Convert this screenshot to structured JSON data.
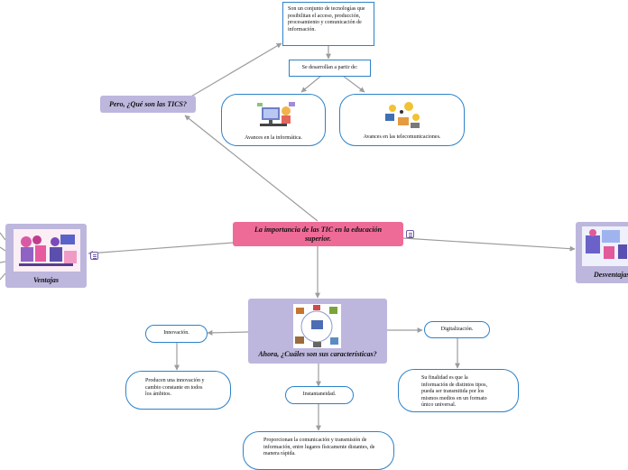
{
  "center": {
    "title": "La importancia de las TIC en la educación superior."
  },
  "que_son": {
    "title": "Pero, ¿Qué son las TICS?"
  },
  "definicion": {
    "text": "Son un conjunto de tecnologías que posibilitan el acceso, producción, procesamiento y comunicación de información."
  },
  "desarrollan": {
    "text": "Se desarrollan a partir de:"
  },
  "informatica": {
    "text": "Avances en la informática."
  },
  "telecom": {
    "text": "Avances en las telecomunicaciones."
  },
  "ventajas": {
    "title": "Ventajas"
  },
  "desventajas": {
    "title": "Desventajas"
  },
  "caracteristicas": {
    "title": "Ahora, ¿Cuáles son sus características?"
  },
  "innovacion": {
    "label": "Innovación.",
    "desc": "Producen una innovación y cambio constante en todos los ámbitos."
  },
  "instantaneidad": {
    "label": "Instantaneidad.",
    "desc": "Proporcionan la comunicación y transmisión de información, entre lugares físicamente distantes, de manera rápida."
  },
  "digitalizacion": {
    "label": "Digitalización.",
    "desc": "Su finalidad es que la información de distintos tipos, pueda ser transmitida por los mismos medios en un formato único universal."
  },
  "colors": {
    "edge": "#9d9d9d",
    "blue_border": "#2c82c9",
    "purple": "#bdb7dd",
    "pink": "#ef6b97",
    "menu_icon": "#6f59a8"
  },
  "icons": [
    "menu-icon",
    "computer-workspace-illustration",
    "telecom-illustration",
    "ict-devices-illustration",
    "people-illustration",
    "workspace-illustration"
  ]
}
